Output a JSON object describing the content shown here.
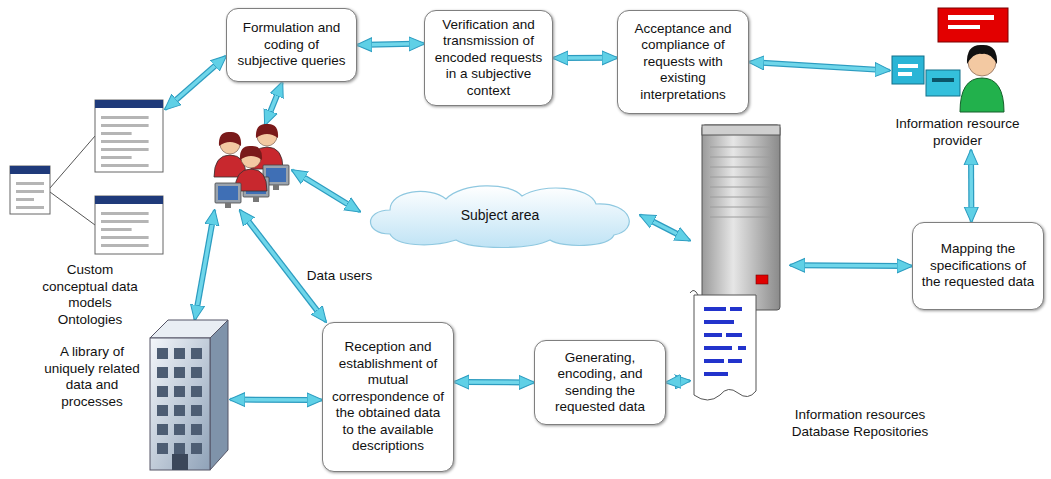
{
  "diagram": {
    "nodes": [
      {
        "text": [
          "Formulation and coding of subjective queries"
        ]
      },
      {
        "text": [
          "Verification and transmission of encoded requests in a subjective context"
        ]
      },
      {
        "text": [
          "Acceptance and compliance of requests with existing interpretations"
        ]
      },
      {
        "text": [
          "Information resource provider"
        ]
      },
      {
        "text": [
          "Custom conceptual data models Ontologies"
        ]
      },
      {
        "text": [
          "Data users"
        ]
      },
      {
        "text": [
          "Subject area"
        ]
      },
      {
        "text": [
          "Mapping the specifications of the requested data"
        ]
      },
      {
        "text": [
          "Information resources Database Repositories"
        ]
      },
      {
        "text": [
          "A library of uniquely related data and processes"
        ]
      },
      {
        "text": [
          "Reception and establishment of mutual correspondence of the obtained data to the available descriptions"
        ]
      },
      {
        "text": [
          "Generating, encoding, and sending the requested data"
        ]
      }
    ],
    "edges": [
      {
        "from": 0,
        "to": 1,
        "arrow": "both"
      },
      {
        "from": 1,
        "to": 2,
        "arrow": "both"
      },
      {
        "from": 2,
        "to": 3,
        "arrow": "both"
      },
      {
        "from": 4,
        "to": 0,
        "arrow": "both"
      },
      {
        "from": 5,
        "to": 0,
        "arrow": "both"
      },
      {
        "from": 5,
        "to": 6,
        "arrow": "both"
      },
      {
        "from": 6,
        "to": 8,
        "arrow": "both"
      },
      {
        "from": 3,
        "to": 7,
        "arrow": "both"
      },
      {
        "from": 7,
        "to": 8,
        "arrow": "both"
      },
      {
        "from": 8,
        "to": 11,
        "arrow": "both"
      },
      {
        "from": 11,
        "to": 10,
        "arrow": "both"
      },
      {
        "from": 10,
        "to": 5,
        "arrow": "both"
      },
      {
        "from": 10,
        "to": 9,
        "arrow": "both"
      },
      {
        "from": 9,
        "to": 5,
        "arrow": "both"
      }
    ]
  }
}
